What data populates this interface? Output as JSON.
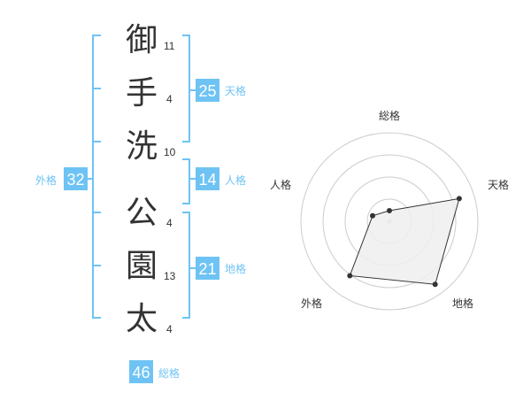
{
  "colors": {
    "accent": "#6ec3f4",
    "text": "#333333",
    "polygon_fill": "#eeeeee",
    "polygon_stroke": "#333333",
    "ring": "#cccccc"
  },
  "name": {
    "chars": [
      {
        "char": "御",
        "strokes": "11"
      },
      {
        "char": "手",
        "strokes": "4"
      },
      {
        "char": "洗",
        "strokes": "10"
      },
      {
        "char": "公",
        "strokes": "4"
      },
      {
        "char": "園",
        "strokes": "13"
      },
      {
        "char": "太",
        "strokes": "4"
      }
    ]
  },
  "badges": {
    "tenkaku": {
      "value": "25",
      "label": "天格"
    },
    "jinkaku": {
      "value": "14",
      "label": "人格"
    },
    "chikaku": {
      "value": "21",
      "label": "地格"
    },
    "gaikaku": {
      "value": "32",
      "label": "外格"
    },
    "soukaku": {
      "value": "46",
      "label": "総格"
    }
  },
  "chart_data": {
    "type": "radar",
    "axes": [
      "総格",
      "天格",
      "地格",
      "外格",
      "人格"
    ],
    "values": [
      0.12,
      0.83,
      0.88,
      0.76,
      0.2
    ],
    "value_range": [
      0,
      1
    ],
    "rings": 4,
    "grid": true
  }
}
